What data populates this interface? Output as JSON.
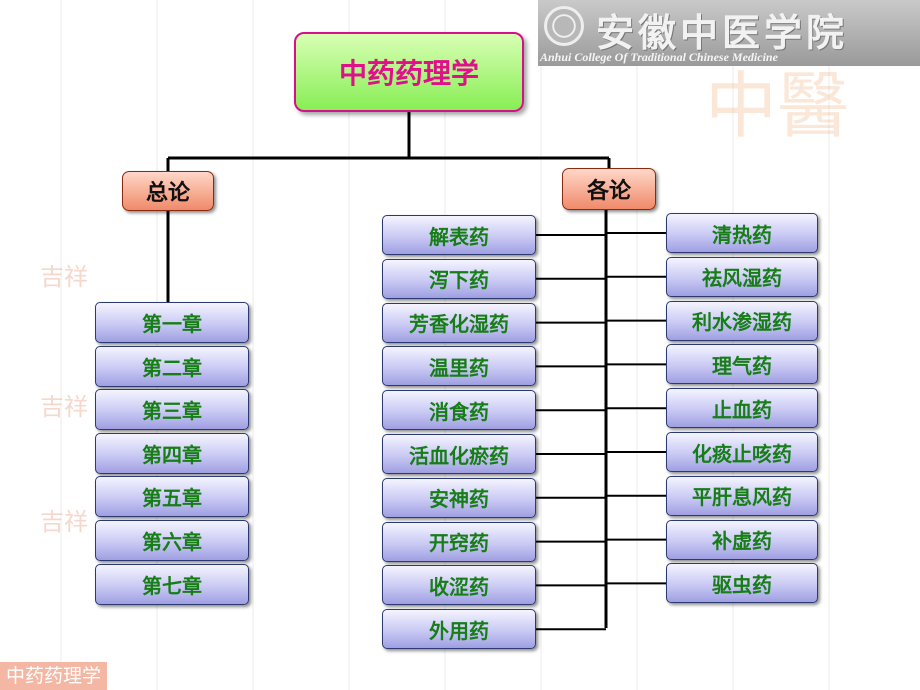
{
  "header": {
    "logo_title": "安徽中医学院",
    "logo_subtitle": "Anhui College Of Traditional Chinese Medicine",
    "watermark_text": "中醫",
    "small_watermark_text": "吉祥"
  },
  "diagram": {
    "root": "中药药理学",
    "general": {
      "label": "总论",
      "chapters": [
        "第一章",
        "第二章",
        "第三章",
        "第四章",
        "第五章",
        "第六章",
        "第七章"
      ]
    },
    "specific": {
      "label": "各论",
      "left_items": [
        "解表药",
        "泻下药",
        "芳香化湿药",
        "温里药",
        "消食药",
        "活血化瘀药",
        "安神药",
        "开窍药",
        "收涩药",
        "外用药"
      ],
      "right_items": [
        "清热药",
        "祛风湿药",
        "利水渗湿药",
        "理气药",
        "止血药",
        "化痰止咳药",
        "平肝息风药",
        "补虚药",
        "驱虫药"
      ]
    }
  },
  "footer": {
    "label": "中药药理学"
  },
  "colors": {
    "root_text": "#e0108a",
    "root_fill": "#88ee55",
    "category_fill": "#f08a6a",
    "item_text": "#177d17",
    "item_fill": "#c9c9f4",
    "line": "#000000"
  }
}
